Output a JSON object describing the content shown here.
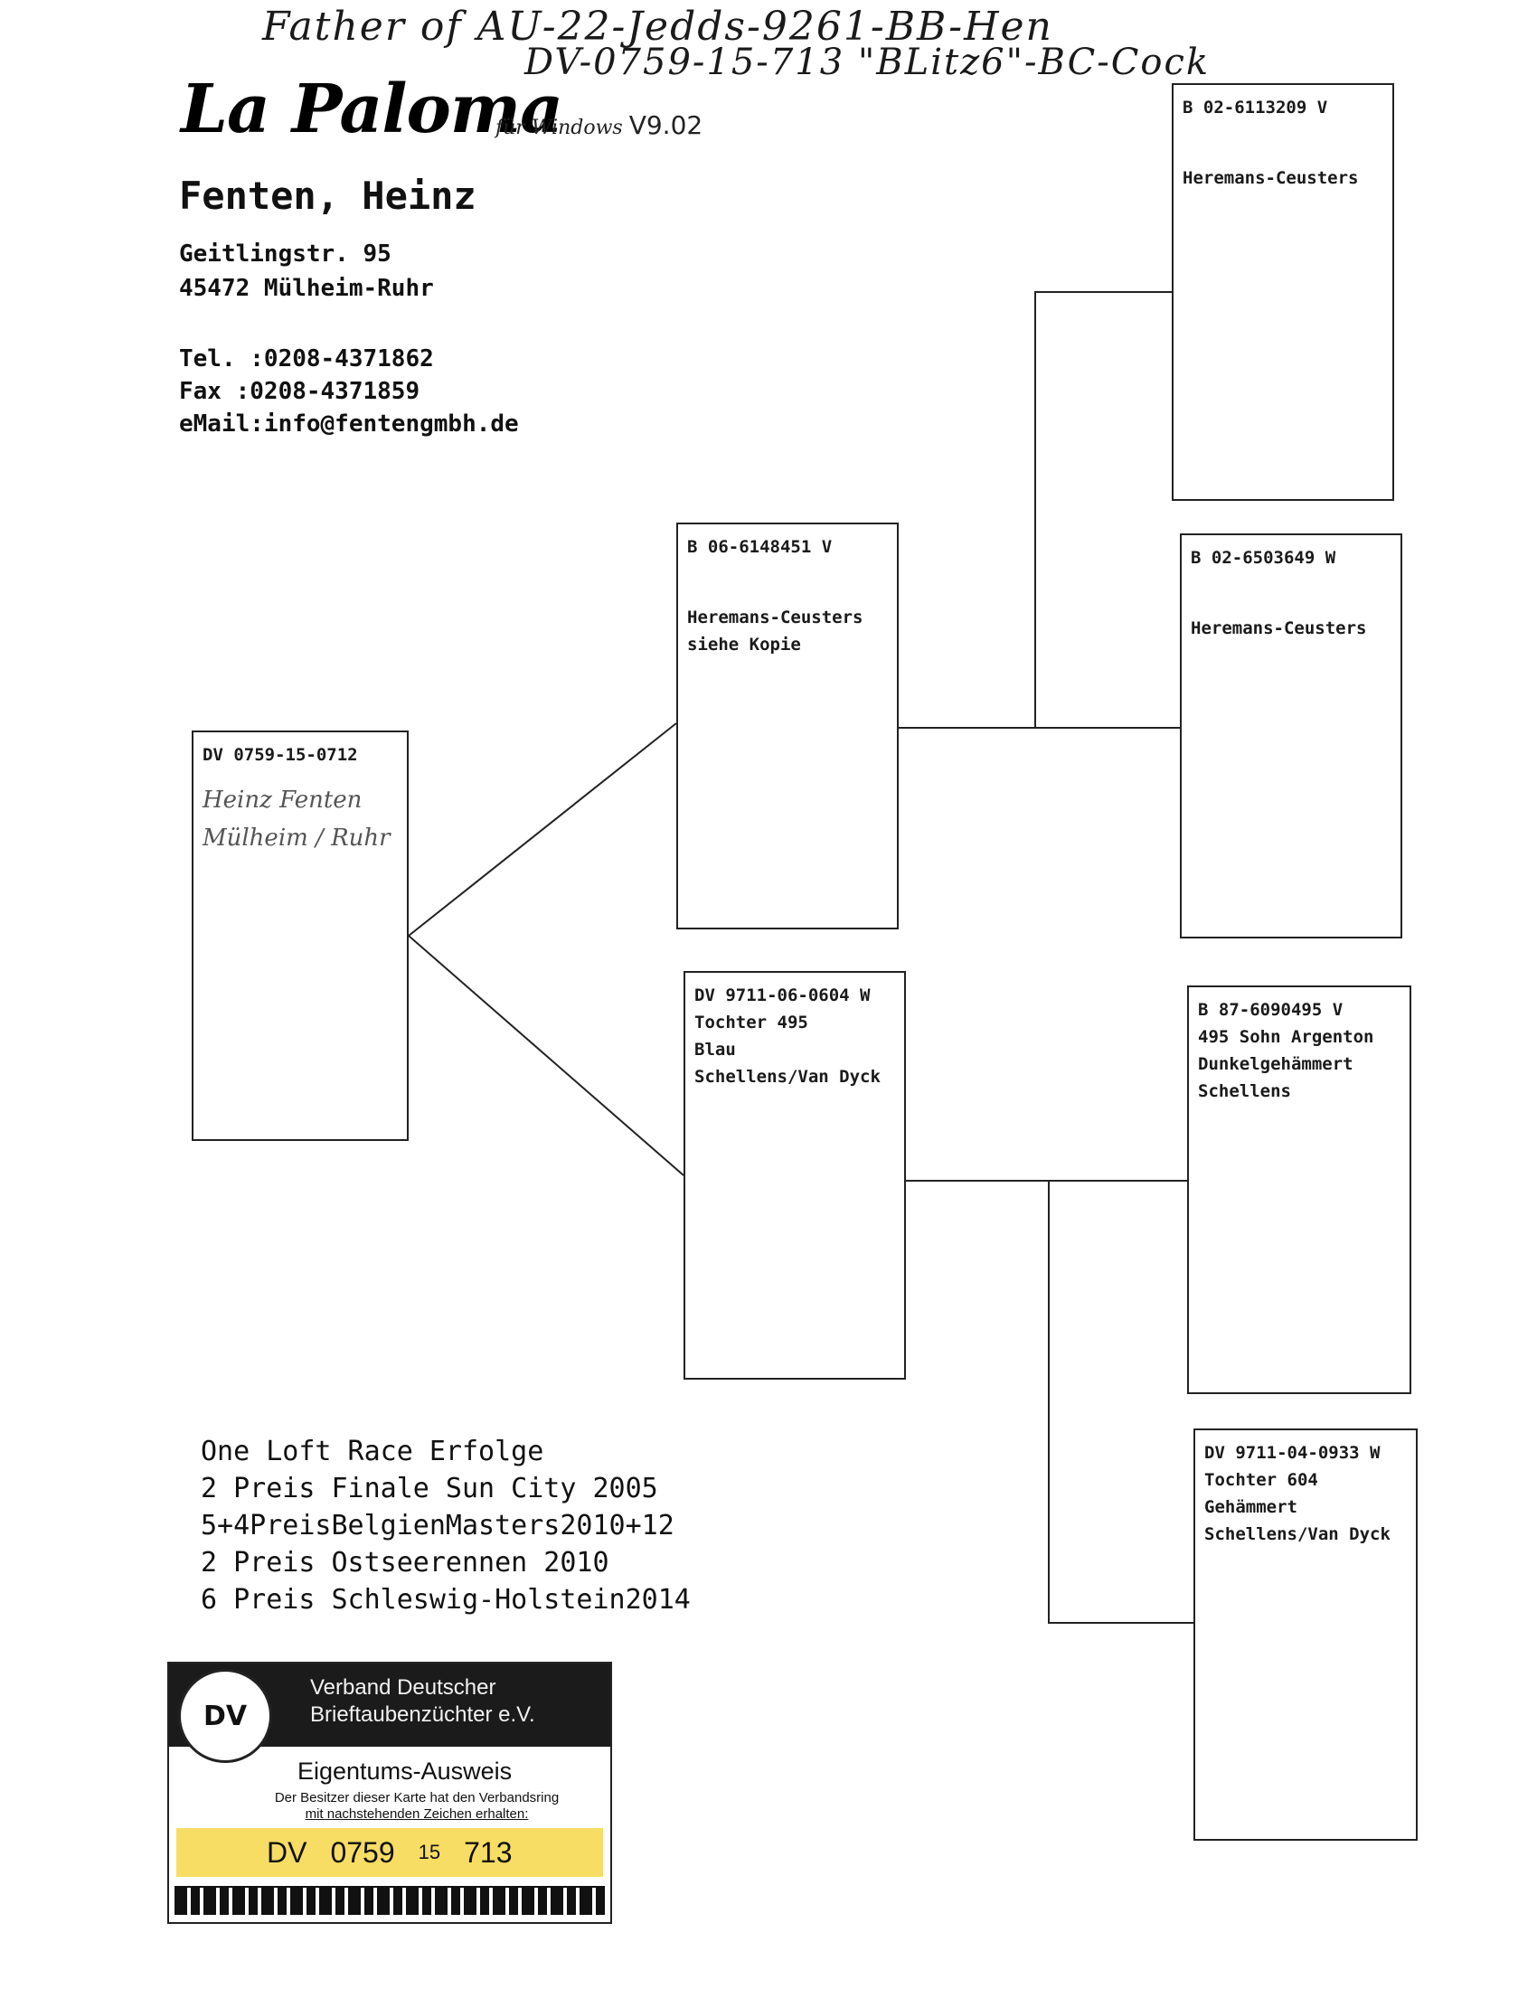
{
  "handwritten_header": {
    "line1": "Father of AU-22-Jedds-9261-BB-Hen",
    "line2": "DV-0759-15-713 \"BLitz6\"-BC-Cock"
  },
  "logo": {
    "name": "La Paloma",
    "subtitle": "für Windows",
    "version": "V9.02"
  },
  "owner": {
    "name": "Fenten, Heinz",
    "street": "Geitlingstr. 95",
    "city": "45472 Mülheim-Ruhr",
    "tel": "Tel. :0208-4371862",
    "fax": "Fax  :0208-4371859",
    "email": "eMail:info@fentengmbh.de"
  },
  "pedigree": {
    "subject": {
      "ring": "DV 0759-15-0712",
      "handwritten_note": [
        "Heinz Fenten",
        "Mülheim / Ruhr"
      ]
    },
    "sire": {
      "ring": "B  06-6148451 V",
      "lines": [
        "Heremans-Ceusters",
        "siehe Kopie"
      ]
    },
    "dam": {
      "ring": "DV 9711-06-0604 W",
      "lines": [
        "Tochter 495",
        "Blau",
        "Schellens/Van Dyck"
      ]
    },
    "sire_sire": {
      "ring": "B  02-6113209 V",
      "lines": [
        "Heremans-Ceusters"
      ]
    },
    "sire_dam": {
      "ring": "B  02-6503649 W",
      "lines": [
        "Heremans-Ceusters"
      ]
    },
    "dam_sire": {
      "ring": "B  87-6090495 V",
      "lines": [
        "495 Sohn Argenton",
        "Dunkelgehämmert",
        "Schellens"
      ]
    },
    "dam_dam": {
      "ring": "DV 9711-04-0933 W",
      "lines": [
        "Tochter 604",
        "Gehämmert",
        "Schellens/Van Dyck"
      ]
    }
  },
  "achievements": {
    "title": "One Loft Race Erfolge",
    "items": [
      "2 Preis Finale Sun City 2005",
      "5+4PreisBelgienMasters2010+12",
      "2 Preis Ostseerennen 2010",
      "6 Preis Schleswig-Holstein2014"
    ]
  },
  "ownership_card": {
    "logo_text": "DV",
    "org_line1": "Verband Deutscher",
    "org_line2": "Brieftaubenzüchter e.V.",
    "title": "Eigentums-Ausweis",
    "desc_line1": "Der Besitzer dieser Karte hat den Verbandsring",
    "desc_line2": "mit nachstehenden Zeichen erhalten:",
    "ring_prefix": "DV",
    "ring_club": "0759",
    "ring_year": "15",
    "ring_number": "713"
  },
  "colors": {
    "ink": "#1a1a1a",
    "highlight": "#f7dd63",
    "card_header": "#1b1b1b"
  }
}
